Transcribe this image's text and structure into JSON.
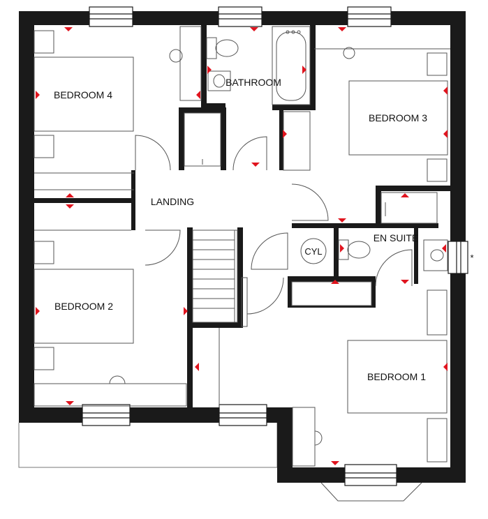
{
  "plan": {
    "rooms": {
      "bedroom4": "BEDROOM 4",
      "bathroom": "BATHROOM",
      "bedroom3": "BEDROOM 3",
      "landing": "LANDING",
      "ensuite": "EN SUITE",
      "bedroom2": "BEDROOM 2",
      "bedroom1": "BEDROOM 1"
    },
    "cylinder_label": "CYL",
    "asterisk": "*"
  },
  "colors": {
    "wall": "#1a1a1a",
    "line": "#555555",
    "marker": "#e0141e",
    "window": "#ffffff",
    "background": "#ffffff"
  }
}
